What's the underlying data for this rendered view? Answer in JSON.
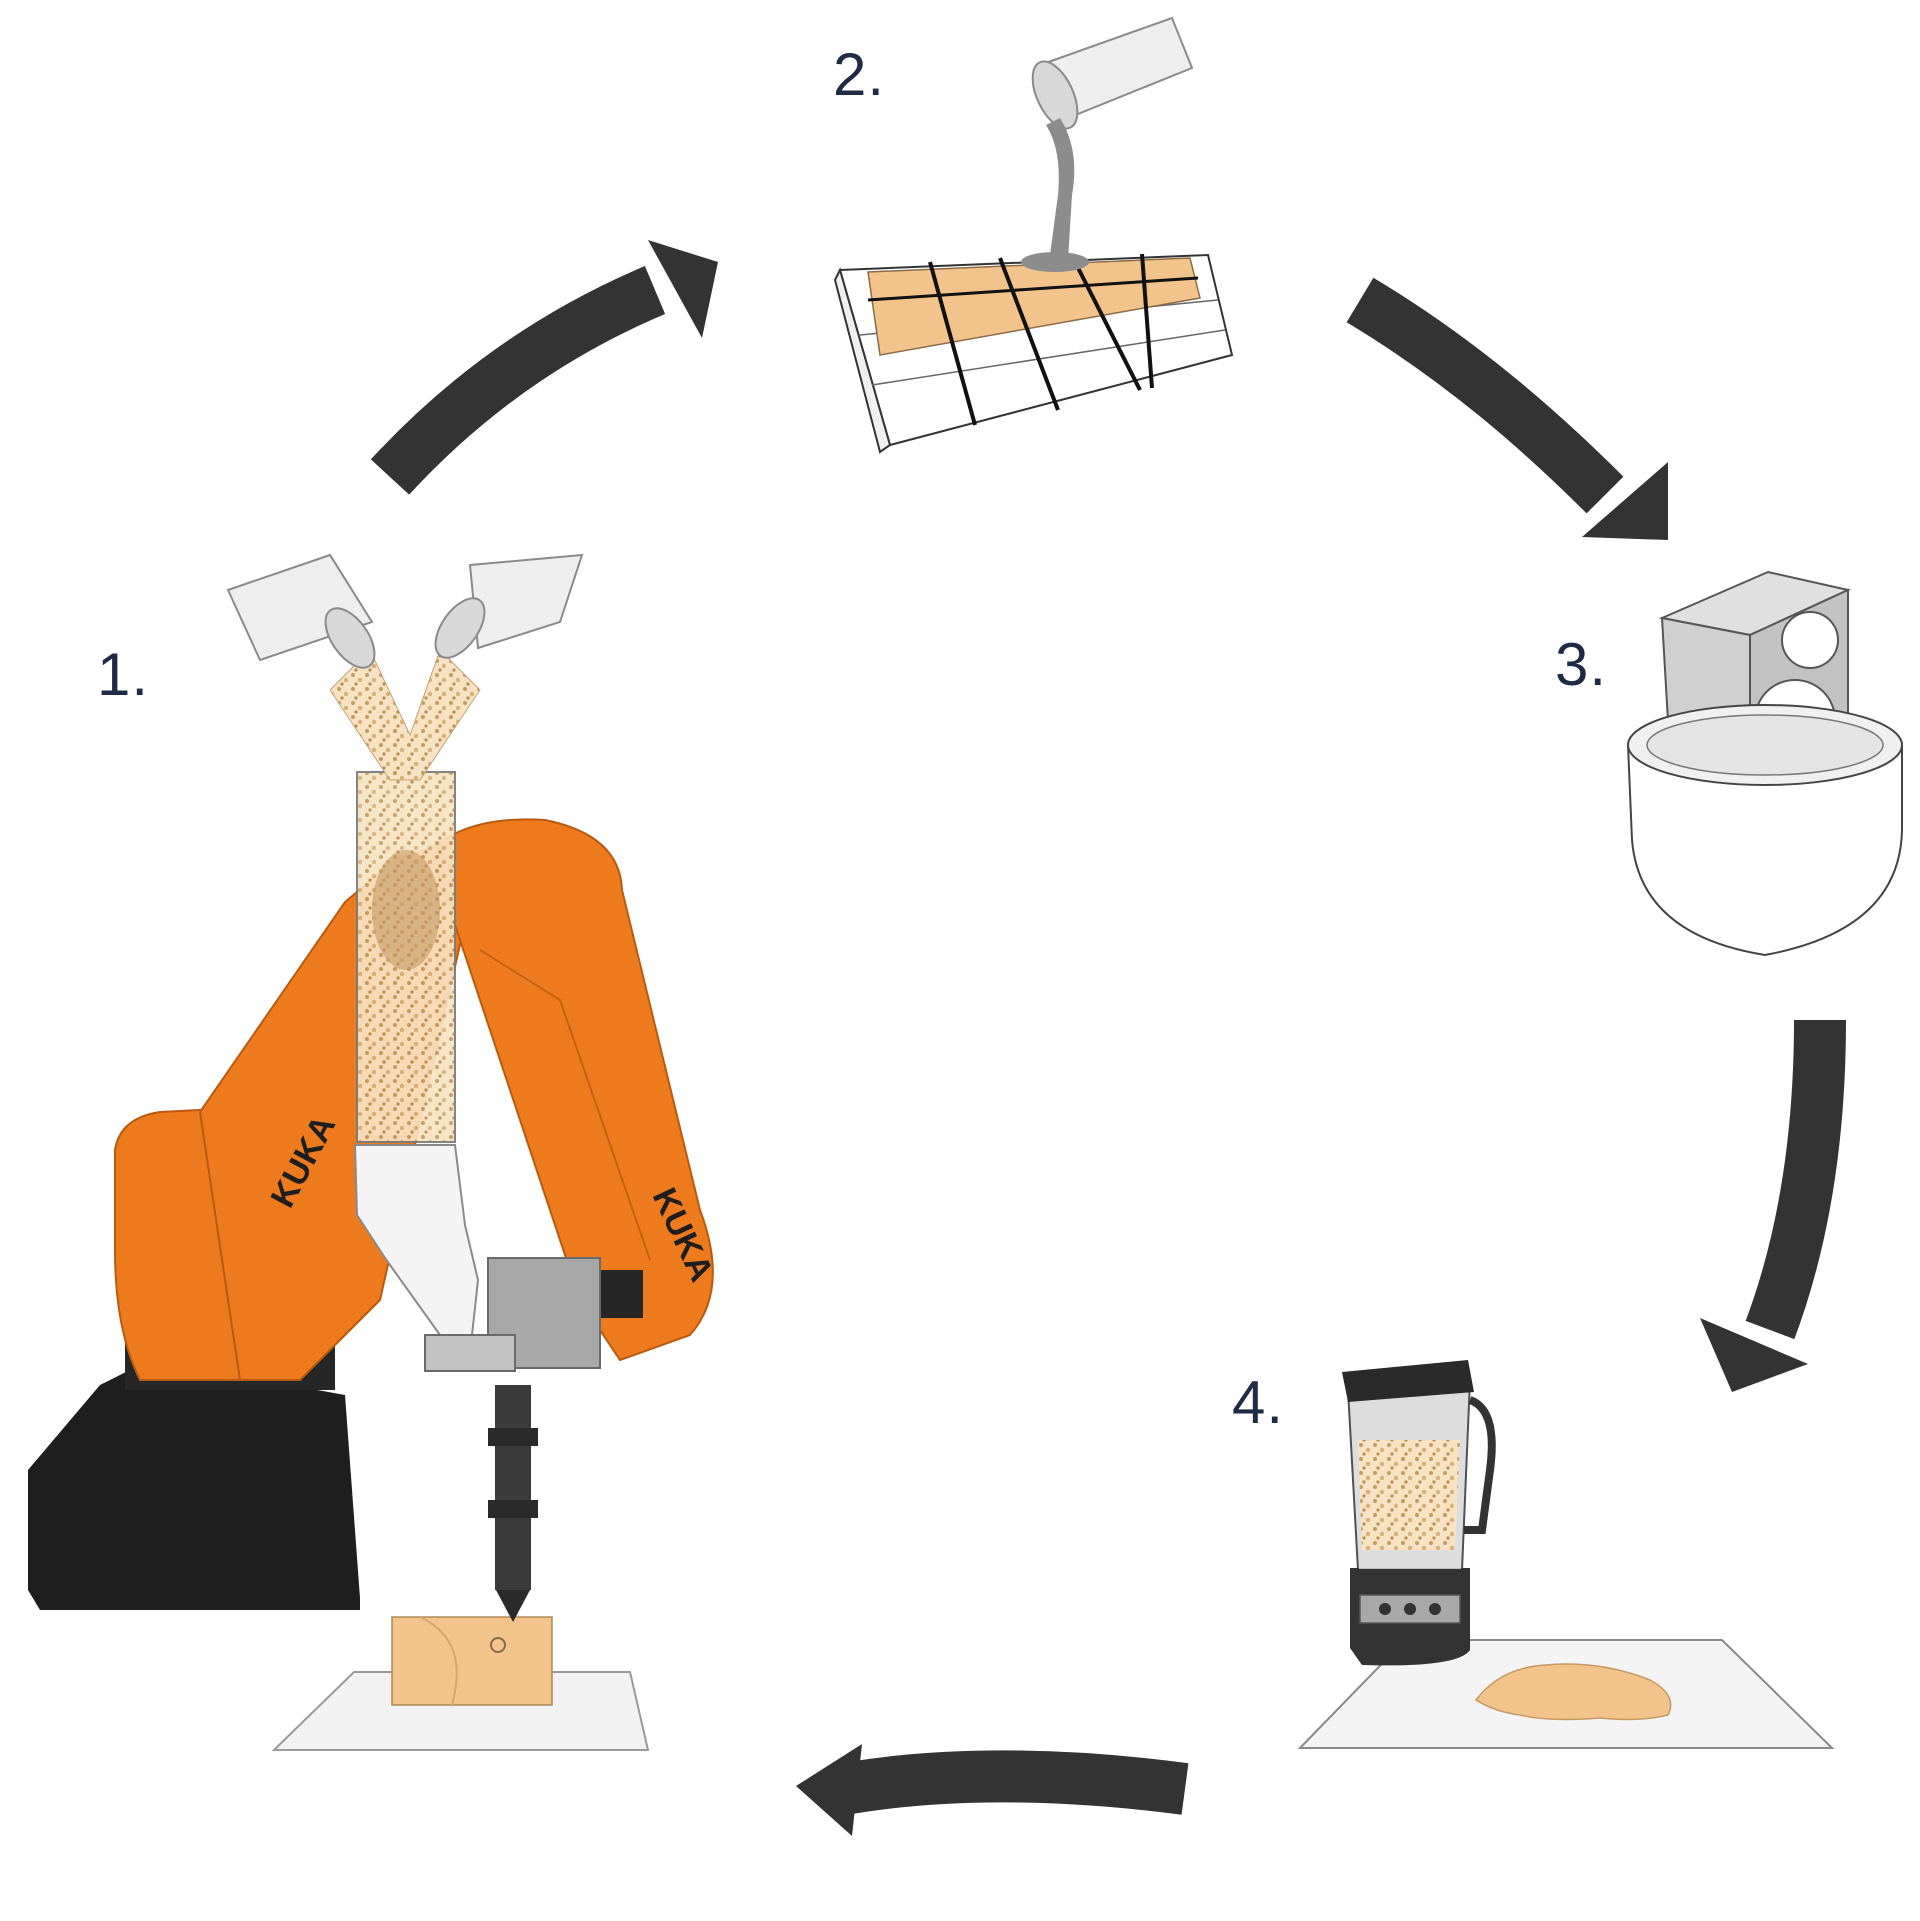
{
  "diagram": {
    "steps": [
      {
        "label": "1.",
        "icon": "kuka-robot-arm-icon"
      },
      {
        "label": "2.",
        "icon": "mold-box-pouring-icon"
      },
      {
        "label": "3.",
        "icon": "cast-in-water-bowl-icon"
      },
      {
        "label": "4.",
        "icon": "blender-icon"
      }
    ],
    "robot_brand": "KUKA",
    "colors": {
      "robot_orange": "#ee7a1e",
      "robot_black": "#1e1e1e",
      "arrow": "#333333",
      "material_tan": "#f2c48c",
      "label_navy": "#1f2a44"
    }
  }
}
